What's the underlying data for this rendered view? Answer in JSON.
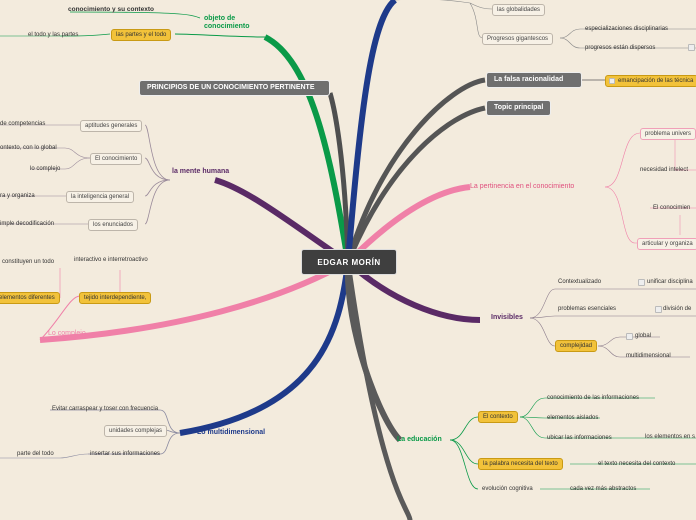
{
  "center": "EDGAR MORÍN",
  "main": {
    "objeto": "objeto de conocimiento",
    "principios": "PRINCIPIOS DE UN CONOCIMIENTO PERTINENTE",
    "mente": "la mente humana",
    "complejo": "Lo complejo",
    "multidimensional": "Lo multidimensional",
    "educacion": "La educación",
    "invisibles": "Invisibles",
    "pertinencia": "La pertinencia en el conocimiento",
    "falsa": "La falsa racionalidad",
    "topic": "Topic principal"
  },
  "objeto_items": {
    "contexto": "conocimiento y su contexto",
    "partes_todo": "las partes y el todo",
    "todo_partes": "el todo y las partes"
  },
  "mente_items": {
    "aptitudes": "aptitudes generales",
    "competencias": "de competencias",
    "conocimiento": "El conocimiento",
    "contexto_global": "ontexto, con lo global",
    "complejo": "lo complejo",
    "inteligencia": "la inteligencia general",
    "organiza": "ra y organiza",
    "enunciados": "los enunciados",
    "decodificacion": "imple decodificación"
  },
  "complejo_items": {
    "constituyen": "constituyen un todo",
    "interactivo": "interactivo e interretroactivo",
    "elementos": "elementos diferentes",
    "tejido": "tejido interdependiente,"
  },
  "multi_items": {
    "carraspear": "Evitar carraspear y toser con frecuencia",
    "unidades": "unidades complejas",
    "insertar": "insertar sus informaciones",
    "parte": "parte del todo"
  },
  "educacion_items": {
    "contexto": "El contexto",
    "conocimiento_info": "conocimiento de las informaciones",
    "elementos": "elementos aislados",
    "ubicar": "ubicar las informaciones",
    "elementos_s": "los elementos en s",
    "palabra": "la palabra necesita del texto",
    "texto": "el texto necesita del contexto",
    "evolucion": "evolución cognitiva",
    "abstractos": "cada vez más abstractos"
  },
  "invisibles_items": {
    "contextualizado": "Contextualizado",
    "unificar": "unificar disciplina",
    "problemas": "problemas esenciales",
    "division": "división de",
    "complejidad": "complejidad",
    "global": "global",
    "multidimensional": "multidimensional"
  },
  "pertinencia_items": {
    "problema": "problema univers",
    "necesidad": "necesidad intelect",
    "el_conocimiento": "El conocimien",
    "articular": "articular y organiza"
  },
  "falsa_items": {
    "emancipacion": "emancipación de las técnica"
  },
  "top_items": {
    "globalidades": "las globalidades",
    "progresos": "Progresos gigantescos",
    "especializaciones": "especializaciones disciplinarias",
    "dispersos": "progresos están dispersos"
  },
  "colors": {
    "background": "#f3ebdd",
    "green": "#0a9a48",
    "navy": "#1e3a8a",
    "purple": "#5a2a66",
    "pink": "#f080a8",
    "gray": "#5a5a5a",
    "yellow": "#f2c23a"
  }
}
